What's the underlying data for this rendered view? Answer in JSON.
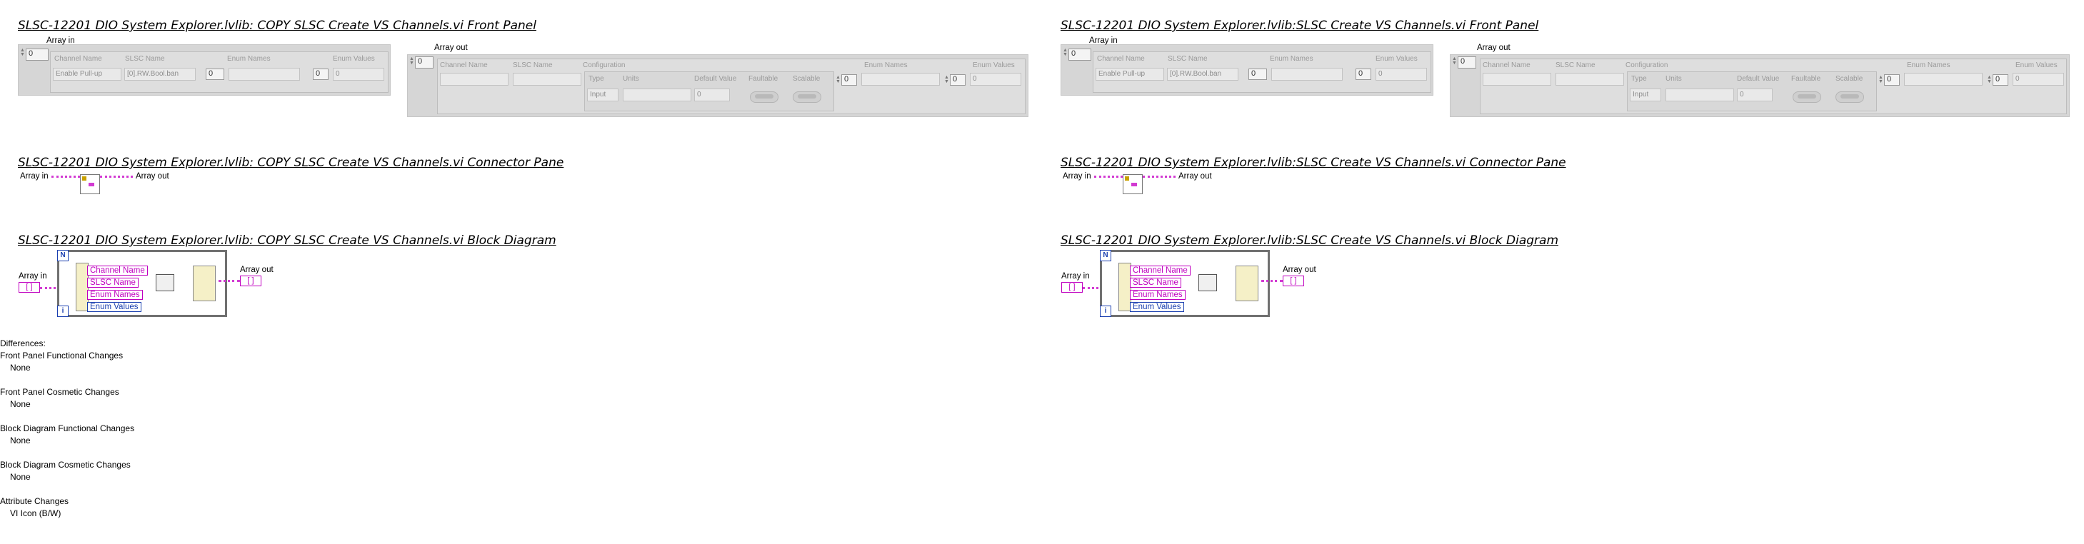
{
  "left": {
    "front_panel_title": "SLSC-12201 DIO System Explorer.lvlib:  COPY  SLSC Create VS Channels.vi Front Panel",
    "connector_title": "SLSC-12201 DIO System Explorer.lvlib:  COPY  SLSC Create VS Channels.vi Connector Pane",
    "block_title": "SLSC-12201 DIO System Explorer.lvlib:  COPY  SLSC Create VS Channels.vi Block Diagram"
  },
  "right": {
    "front_panel_title": "SLSC-12201 DIO System Explorer.lvlib:SLSC Create VS Channels.vi Front Panel",
    "connector_title": "SLSC-12201 DIO System Explorer.lvlib:SLSC Create VS Channels.vi Connector Pane",
    "block_title": "SLSC-12201 DIO System Explorer.lvlib:SLSC Create VS Channels.vi Block Diagram"
  },
  "front_panel": {
    "array_in_label": "Array in",
    "array_out_label": "Array out",
    "index_value": "0",
    "in_columns": [
      "Channel Name",
      "SLSC Name",
      "Enum Names",
      "Enum Values"
    ],
    "in_values": {
      "channel_name": "Enable Pull-up",
      "slsc_name": "[0].RW.Bool.ban",
      "enum_index": "0",
      "enum_value_index": "0",
      "enum_value": "0"
    },
    "out_columns": [
      "Channel Name",
      "SLSC Name",
      "Configuration",
      "Enum Names",
      "Enum Values"
    ],
    "config_columns": [
      "Type",
      "Units",
      "Default Value",
      "Faultable",
      "Scalable"
    ],
    "config_values": {
      "type": "Input",
      "default_value": "0"
    }
  },
  "connector": {
    "in_label": "Array in",
    "out_label": "Array out"
  },
  "block": {
    "array_in": "Array in",
    "array_out": "Array out",
    "loop_count": "N",
    "loop_index": "i",
    "fields": [
      "Channel Name",
      "SLSC Name",
      "Enum Names",
      "Enum Values"
    ]
  },
  "differences": {
    "heading": "Differences:",
    "sections": [
      {
        "title": "Front Panel Functional Changes",
        "value": "None"
      },
      {
        "title": "Front Panel Cosmetic Changes",
        "value": "None"
      },
      {
        "title": "Block Diagram Functional Changes",
        "value": "None"
      },
      {
        "title": "Block Diagram Cosmetic Changes",
        "value": "None"
      },
      {
        "title": "Attribute Changes",
        "value": "VI Icon (B/W)"
      }
    ]
  }
}
